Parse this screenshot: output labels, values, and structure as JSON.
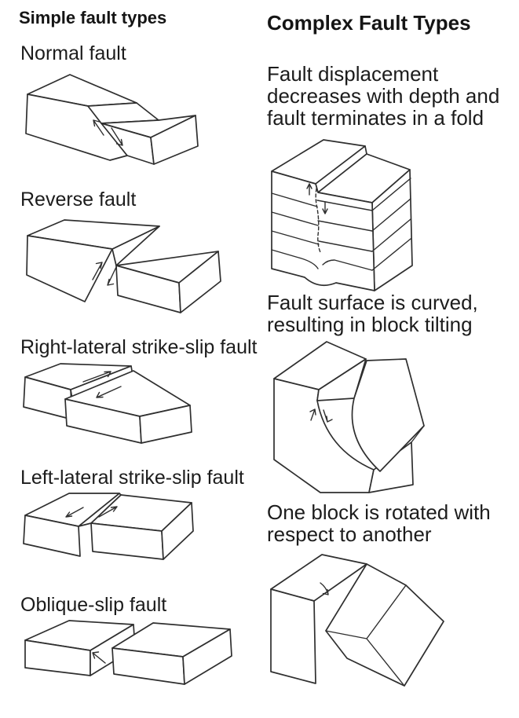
{
  "page": {
    "background_color": "#ffffff",
    "ink_color": "#1c1c1c",
    "line_art_color": "#2f2f2f"
  },
  "left_column": {
    "heading": "Simple fault types",
    "items": [
      {
        "label": "Normal fault",
        "figure": "normal-fault-block-diagram"
      },
      {
        "label": "Reverse fault",
        "figure": "reverse-fault-block-diagram"
      },
      {
        "label": "Right-lateral strike-slip fault",
        "figure": "right-lateral-strike-slip-block-diagram"
      },
      {
        "label": "Left-lateral strike-slip fault",
        "figure": "left-lateral-strike-slip-block-diagram"
      },
      {
        "label": "Oblique-slip fault",
        "figure": "oblique-slip-block-diagram"
      }
    ]
  },
  "right_column": {
    "heading": "Complex Fault Types",
    "items": [
      {
        "caption": "Fault displacement\ndecreases with depth and\nfault terminates in a fold",
        "figure": "fault-terminating-in-fold-block-diagram"
      },
      {
        "caption": "Fault surface is curved,\nresulting in block tilting",
        "figure": "curved-fault-block-tilting-diagram"
      },
      {
        "caption": "One block is rotated with\nrespect to another",
        "figure": "rotated-block-diagram"
      }
    ]
  }
}
